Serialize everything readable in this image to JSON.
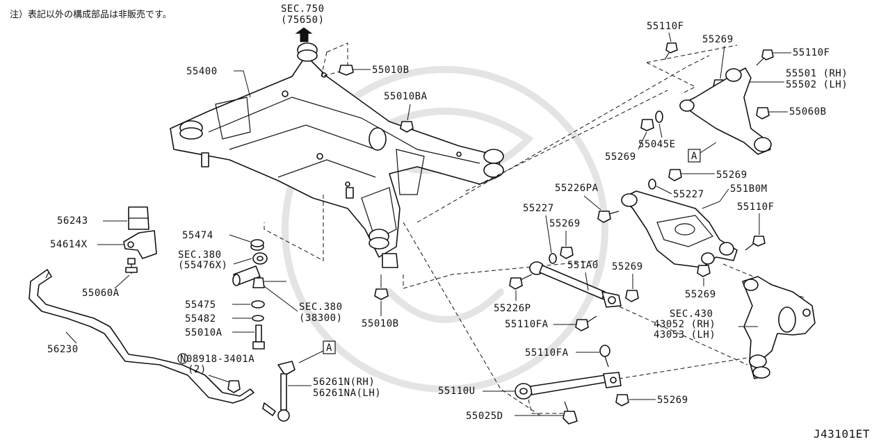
{
  "note": "注）表記以外の構成部品は非販売です。",
  "diagram_id": "J43101ET",
  "sec_top": {
    "line1": "SEC.750",
    "line2": "(75650)"
  },
  "sec_380_a": {
    "line1": "SEC.380",
    "line2": "(55476X)"
  },
  "sec_380_b": {
    "line1": "SEC.380",
    "line2": "(38300)"
  },
  "sec_430": {
    "line1": "SEC.430",
    "line2": "43052 (RH)",
    "line3": "43053 (LH)"
  },
  "callout_a": "A",
  "parts": {
    "p55400": "55400",
    "p55010B_top": "55010B",
    "p55010BA": "55010BA",
    "p55010B_bottom": "55010B",
    "p56243": "56243",
    "p54614X": "54614X",
    "p55060A": "55060A",
    "p56230": "56230",
    "p55474": "55474",
    "p55475": "55475",
    "p55482": "55482",
    "p55010A": "55010A",
    "p08918_line1": "N08918-3401A",
    "p08918_line2": "(2)",
    "p56261N_line1": "56261N(RH)",
    "p56261N_line2": "56261NA(LH)",
    "p55110F_1": "55110F",
    "p55269_1": "55269",
    "p55110F_2": "55110F",
    "p55501": "55501 (RH)",
    "p55502": "55502 (LH)",
    "p55060B": "55060B",
    "p55045E": "55045E",
    "p55269_2": "55269",
    "p55269_3": "55269",
    "p55226PA": "55226PA",
    "p55227_1": "55227",
    "p551B0M": "551B0M",
    "p55227_2": "55227",
    "p55269_4": "55269",
    "p55110F_3": "55110F",
    "p551A0": "551A0",
    "p55269_5": "55269",
    "p55226P": "55226P",
    "p55269_6": "55269",
    "p55110FA_1": "55110FA",
    "p55110FA_2": "55110FA",
    "p55110U": "55110U",
    "p55269_7": "55269",
    "p55025D": "55025D"
  }
}
